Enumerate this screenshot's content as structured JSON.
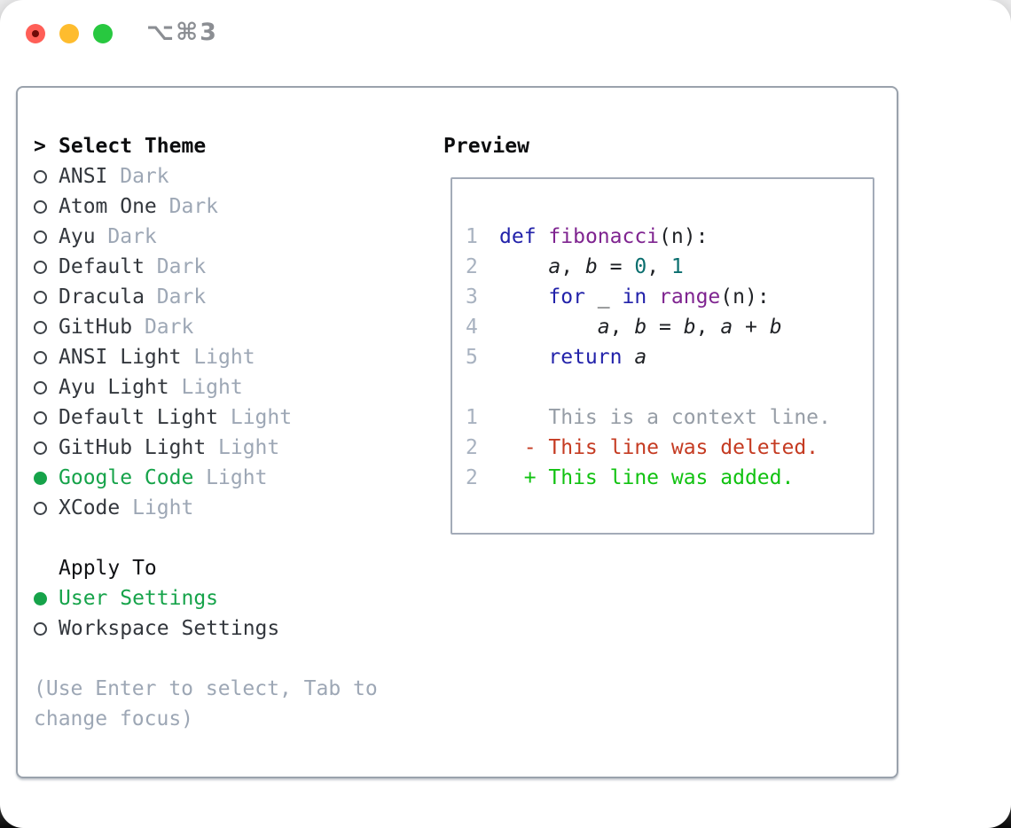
{
  "window": {
    "shortcut_title": "⌥⌘3",
    "traffic_lights": [
      "close",
      "minimize",
      "zoom"
    ]
  },
  "theme_panel": {
    "header": {
      "prefix": ">",
      "label": "Select Theme"
    },
    "themes": [
      {
        "name": "ANSI",
        "variant": "Dark",
        "selected": false
      },
      {
        "name": "Atom One",
        "variant": "Dark",
        "selected": false
      },
      {
        "name": "Ayu",
        "variant": "Dark",
        "selected": false
      },
      {
        "name": "Default",
        "variant": "Dark",
        "selected": false
      },
      {
        "name": "Dracula",
        "variant": "Dark",
        "selected": false
      },
      {
        "name": "GitHub",
        "variant": "Dark",
        "selected": false
      },
      {
        "name": "ANSI Light",
        "variant": "Light",
        "selected": false
      },
      {
        "name": "Ayu Light",
        "variant": "Light",
        "selected": false
      },
      {
        "name": "Default Light",
        "variant": "Light",
        "selected": false
      },
      {
        "name": "GitHub Light",
        "variant": "Light",
        "selected": false
      },
      {
        "name": "Google Code",
        "variant": "Light",
        "selected": true
      },
      {
        "name": "XCode",
        "variant": "Light",
        "selected": false
      }
    ],
    "apply_to": {
      "label": "Apply To",
      "options": [
        {
          "name": "User Settings",
          "selected": true
        },
        {
          "name": "Workspace Settings",
          "selected": false
        }
      ]
    },
    "help_lines": [
      "(Use Enter to select, Tab to",
      "change focus)"
    ]
  },
  "preview": {
    "title": "Preview",
    "lines": [
      {
        "num": "1",
        "segments": [
          [
            "def",
            "kw"
          ],
          [
            " ",
            "pl"
          ],
          [
            "fibonacci",
            "fn"
          ],
          [
            "(n):",
            "pl"
          ]
        ]
      },
      {
        "num": "2",
        "segments": [
          [
            "    ",
            "pl"
          ],
          [
            "a",
            "var"
          ],
          [
            ", ",
            "pl"
          ],
          [
            "b",
            "var"
          ],
          [
            " = ",
            "pl"
          ],
          [
            "0",
            "num"
          ],
          [
            ", ",
            "pl"
          ],
          [
            "1",
            "num"
          ]
        ]
      },
      {
        "num": "3",
        "segments": [
          [
            "    ",
            "pl"
          ],
          [
            "for",
            "kw"
          ],
          [
            " _ ",
            "pl"
          ],
          [
            "in",
            "kw"
          ],
          [
            " ",
            "pl"
          ],
          [
            "range",
            "fn"
          ],
          [
            "(n):",
            "pl"
          ]
        ]
      },
      {
        "num": "4",
        "segments": [
          [
            "        ",
            "pl"
          ],
          [
            "a",
            "var"
          ],
          [
            ", ",
            "pl"
          ],
          [
            "b",
            "var"
          ],
          [
            " = ",
            "pl"
          ],
          [
            "b",
            "var"
          ],
          [
            ", ",
            "pl"
          ],
          [
            "a",
            "var"
          ],
          [
            " + ",
            "pl"
          ],
          [
            "b",
            "var"
          ]
        ]
      },
      {
        "num": "5",
        "segments": [
          [
            "    ",
            "pl"
          ],
          [
            "return",
            "kw"
          ],
          [
            " ",
            "pl"
          ],
          [
            "a",
            "var"
          ]
        ]
      },
      {
        "num": "",
        "segments": []
      },
      {
        "num": "1",
        "segments": [
          [
            "    This is a context line.",
            "ctx"
          ]
        ]
      },
      {
        "num": "2",
        "segments": [
          [
            "  - This line was deleted.",
            "del"
          ]
        ]
      },
      {
        "num": "2",
        "segments": [
          [
            "  + This line was added.",
            "add"
          ]
        ]
      }
    ]
  },
  "colors": {
    "accent_green": "#16a34a",
    "keyword": "#2222aa",
    "function_name": "#7f2490",
    "number_literal": "#0a6e6e",
    "code_default": "#1f2125",
    "line_number": "#a8b2c0",
    "context_line": "#969da6",
    "deleted_line": "#c53b22",
    "added_line": "#11c211",
    "muted_text": "#9da7b5",
    "item_text": "#33373d",
    "border_gray": "#9aa2ac",
    "panel_border": "#a3abb8",
    "traffic_red": "#ff5f57",
    "traffic_red_dot": "#6e0b08",
    "traffic_yellow": "#febc2e",
    "traffic_green": "#28c840"
  }
}
